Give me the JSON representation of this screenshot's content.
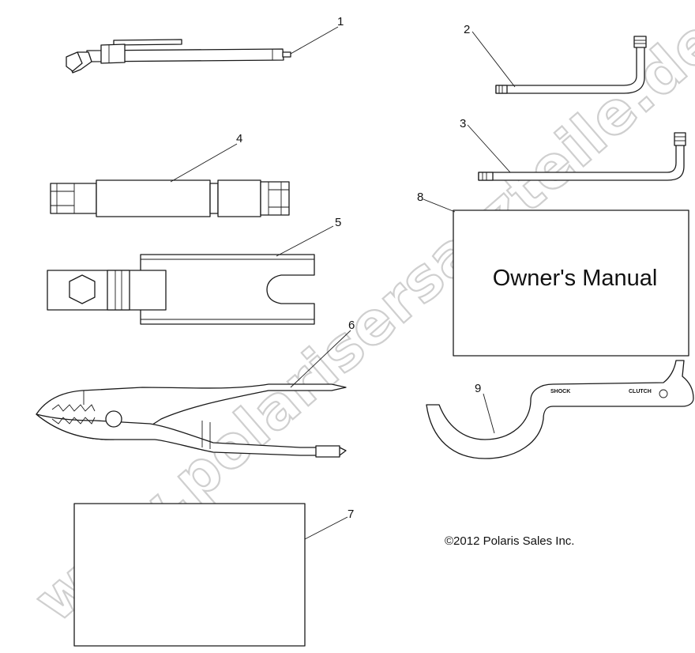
{
  "callouts": {
    "c1": "1",
    "c2": "2",
    "c3": "3",
    "c4": "4",
    "c5": "5",
    "c6": "6",
    "c7": "7",
    "c8": "8",
    "c9": "9"
  },
  "manual": {
    "title": "Owner's Manual"
  },
  "spanner_wrench": {
    "label_shock": "SHOCK",
    "label_clutch": "CLUTCH"
  },
  "copyright": "©2012 Polaris Sales Inc.",
  "watermark": "www.polarisersatzteile.de"
}
